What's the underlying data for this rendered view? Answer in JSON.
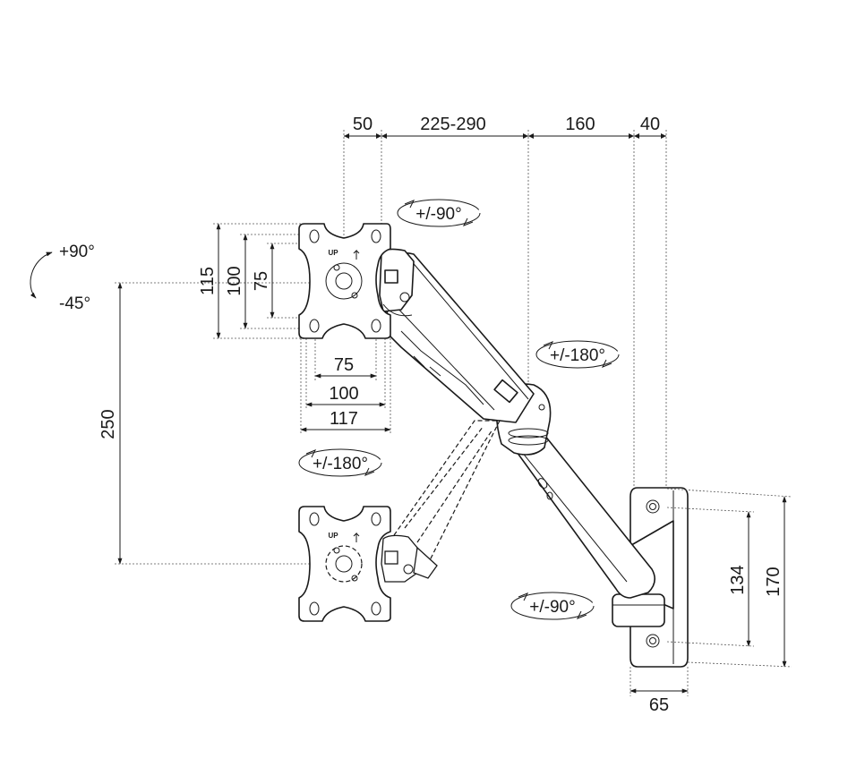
{
  "dimensions": {
    "top_offset": "50",
    "arm_length": "225-290",
    "upper_arm": "160",
    "wall_offset": "40",
    "height_range": "250",
    "plate_height_115": "115",
    "plate_height_100": "100",
    "plate_height_75": "75",
    "plate_width_75": "75",
    "plate_width_100": "100",
    "plate_width_117": "117",
    "bracket_hole_spacing": "134",
    "bracket_height": "170",
    "bracket_depth": "65"
  },
  "rotations": {
    "tilt_up": "+90°",
    "tilt_down": "-45°",
    "head_swivel": "+/-90°",
    "head_rotate": "+/-180°",
    "elbow_swivel": "+/-180°",
    "wall_swivel": "+/-90°"
  },
  "plate_label": "UP"
}
